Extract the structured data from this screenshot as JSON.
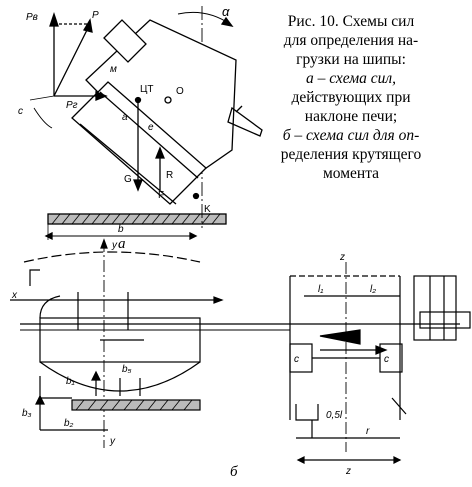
{
  "caption": {
    "line1": "Рис. 10. Схемы сил",
    "line2": "для определения на-",
    "line3": "грузки на шипы:",
    "line4": "а – схема сил,",
    "line5": "действующих при",
    "line6": "наклоне печи;",
    "line7": "б – схема сил для оп-",
    "line8": "ределения крутящего",
    "line9": "момента"
  },
  "sublabels": {
    "a": "а",
    "b": "б"
  },
  "figure_a_labels": {
    "pv": "Pв",
    "p": "P",
    "alpha": "α",
    "pg": "Pг",
    "m": "м",
    "cg": "ЦТ",
    "o": "O",
    "a": "a",
    "e": "e",
    "g": "G",
    "r": "R",
    "f": "F",
    "k": "K",
    "b": "b",
    "c": "c"
  },
  "figure_b_labels": {
    "y": "y",
    "x": "x",
    "b1": "b₁",
    "b2": "b₂",
    "b3": "b₃",
    "bs": "b₅",
    "y2": "y",
    "z": "z",
    "l1": "l₁",
    "l2": "l₂",
    "c1": "c",
    "c2": "c",
    "half": "0,5l",
    "r": "r",
    "z2": "z"
  }
}
